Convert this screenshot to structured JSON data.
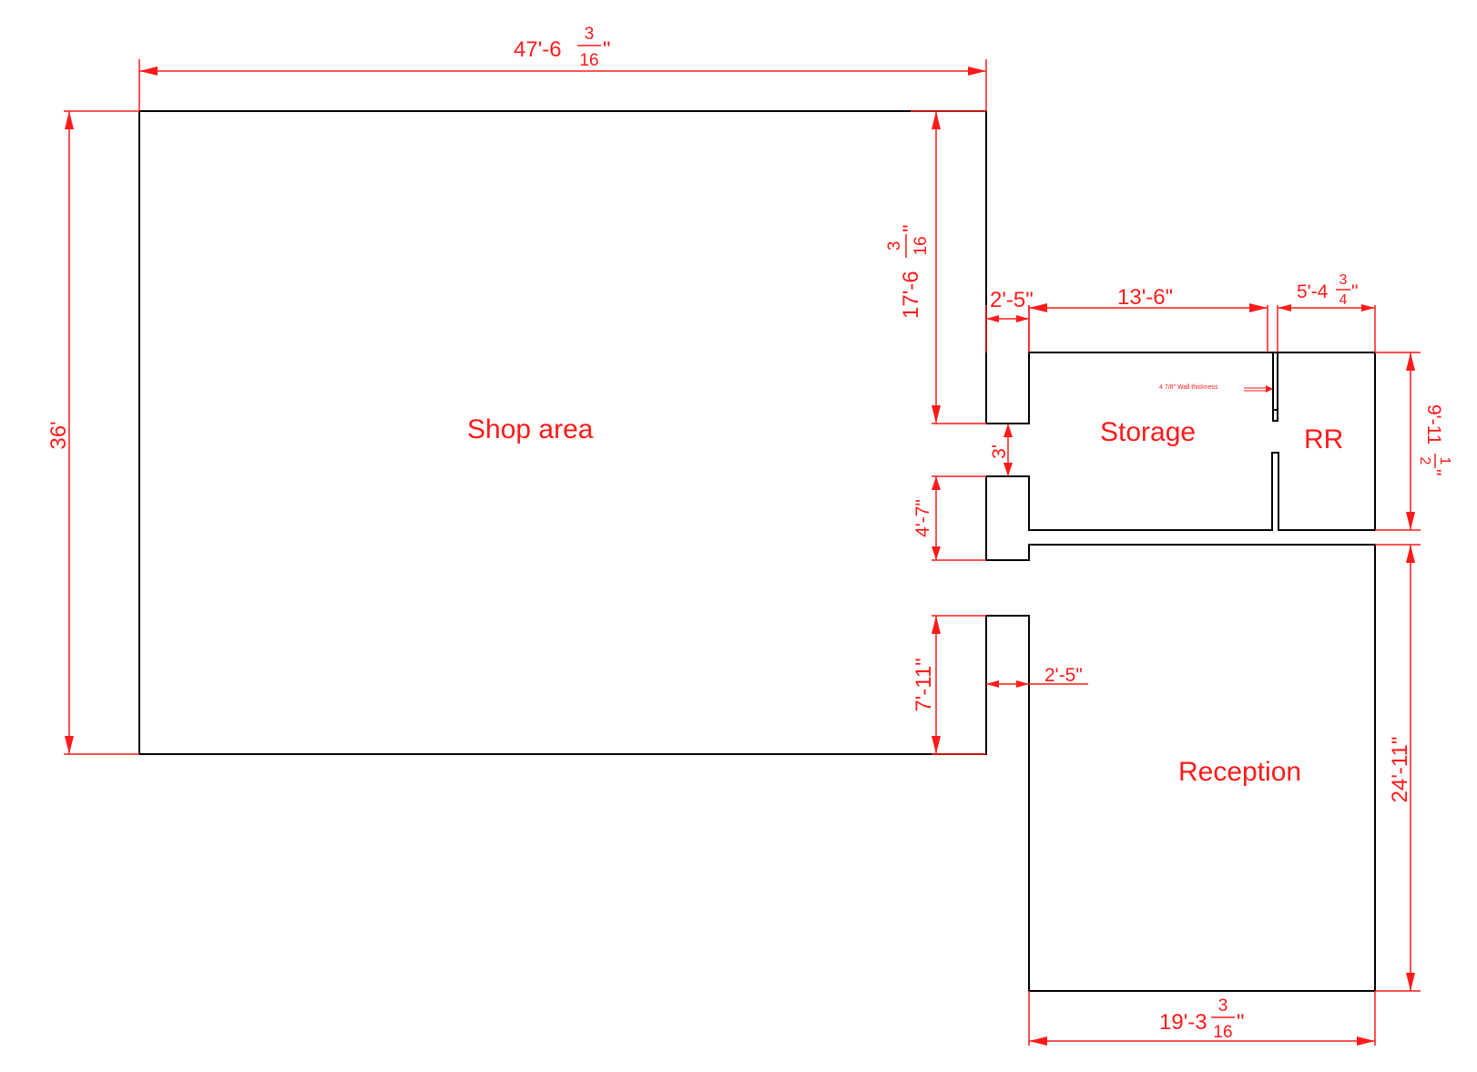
{
  "colors": {
    "walls": "#000000",
    "annotations": "#ff1a1a",
    "background": "#ffffff"
  },
  "rooms": {
    "shop_area": "Shop area",
    "storage": "Storage",
    "rr": "RR",
    "reception": "Reception"
  },
  "dimensions": {
    "top_width": {
      "main": "47'-6",
      "num": "3",
      "den": "16",
      "tail": "\""
    },
    "left_height": "36'",
    "upper_wall": {
      "main": "17'-6",
      "num": "3",
      "den": "16",
      "tail": "\""
    },
    "wall_offset_top": "2'-5\"",
    "storage_width": "13'-6\"",
    "rr_width": {
      "main": "5'-4",
      "num": "3",
      "den": "4",
      "tail": "\""
    },
    "rr_height": {
      "main": "9'-11",
      "num": "1",
      "den": "2",
      "tail": "\""
    },
    "door_opening": "3'",
    "short_wall": "4'-7\"",
    "lower_wall": "7'-11\"",
    "wall_offset_bottom": "2'-5\"",
    "reception_height": "24'-11\"",
    "reception_width": {
      "main": "19'-3",
      "num": "3",
      "den": "16",
      "tail": "\""
    }
  },
  "notes": {
    "wall_thickness": "4 7/8\" Wall thickness"
  }
}
